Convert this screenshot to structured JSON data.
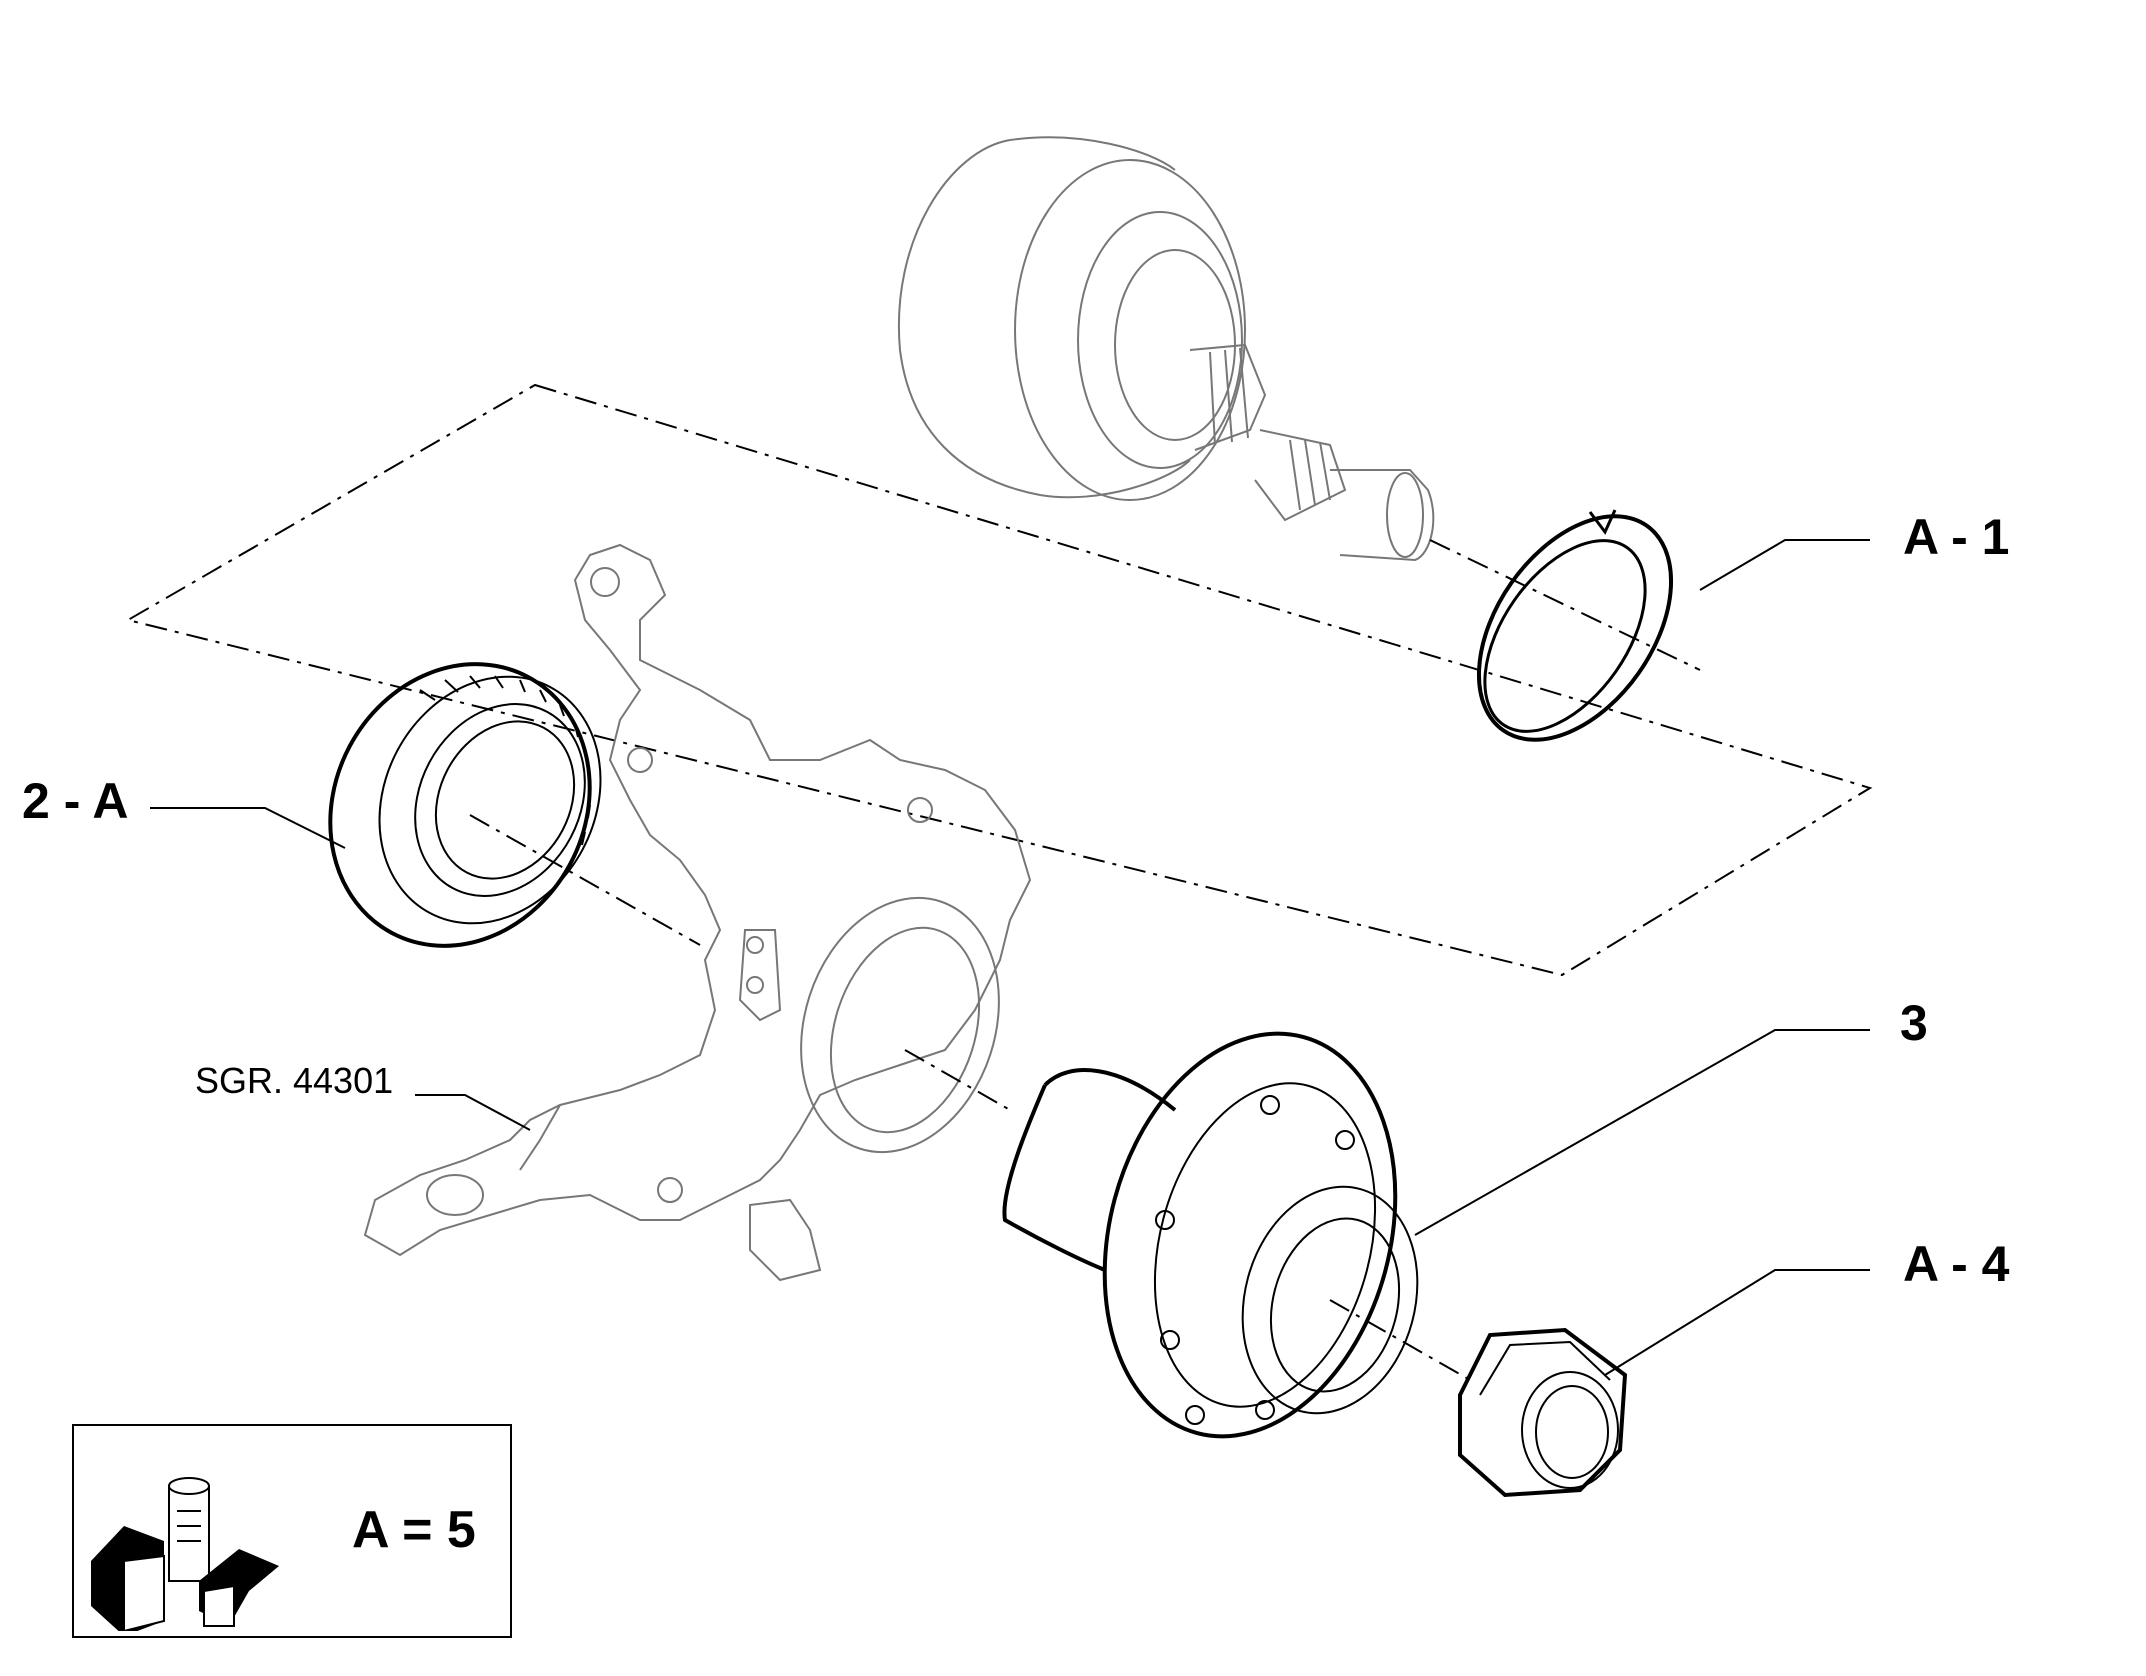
{
  "callouts": {
    "a1": "A - 1",
    "two_a": "2 - A",
    "three": "3",
    "a4": "A - 4"
  },
  "reference": "SGR. 44301",
  "legend": {
    "text": "A = 5",
    "icon": "lubricant-kit-icon"
  }
}
